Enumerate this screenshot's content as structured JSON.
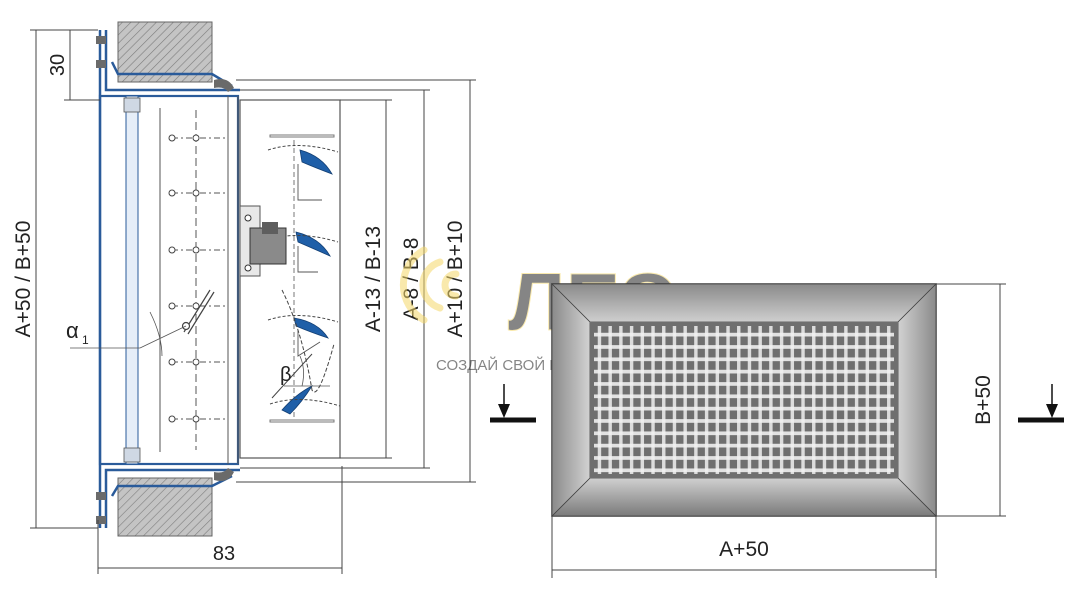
{
  "labels": {
    "left_height": "A+50 / B+50",
    "top_offset": "30",
    "depth": "83",
    "alpha": "α",
    "alpha_sub": "1",
    "beta": "β",
    "inner_1": "A-13 / B-13",
    "inner_2": "A-8 / B-8",
    "inner_3": "A+10 / B+10",
    "front_height": "B+50",
    "front_width": "A+50"
  },
  "watermark": {
    "logo_text": "ЛЕЭ",
    "tagline": "СОЗДАЙ СВОЙ КЛИМАТ"
  },
  "colors": {
    "frame_blue": "#2a5b9a",
    "blade_blue": "#1f5fa8",
    "wall_gray": "#bdbdbd",
    "grille_dark": "#7a7a7a",
    "grille_light": "#d8d8d8",
    "watermark": "#f5d86a"
  }
}
